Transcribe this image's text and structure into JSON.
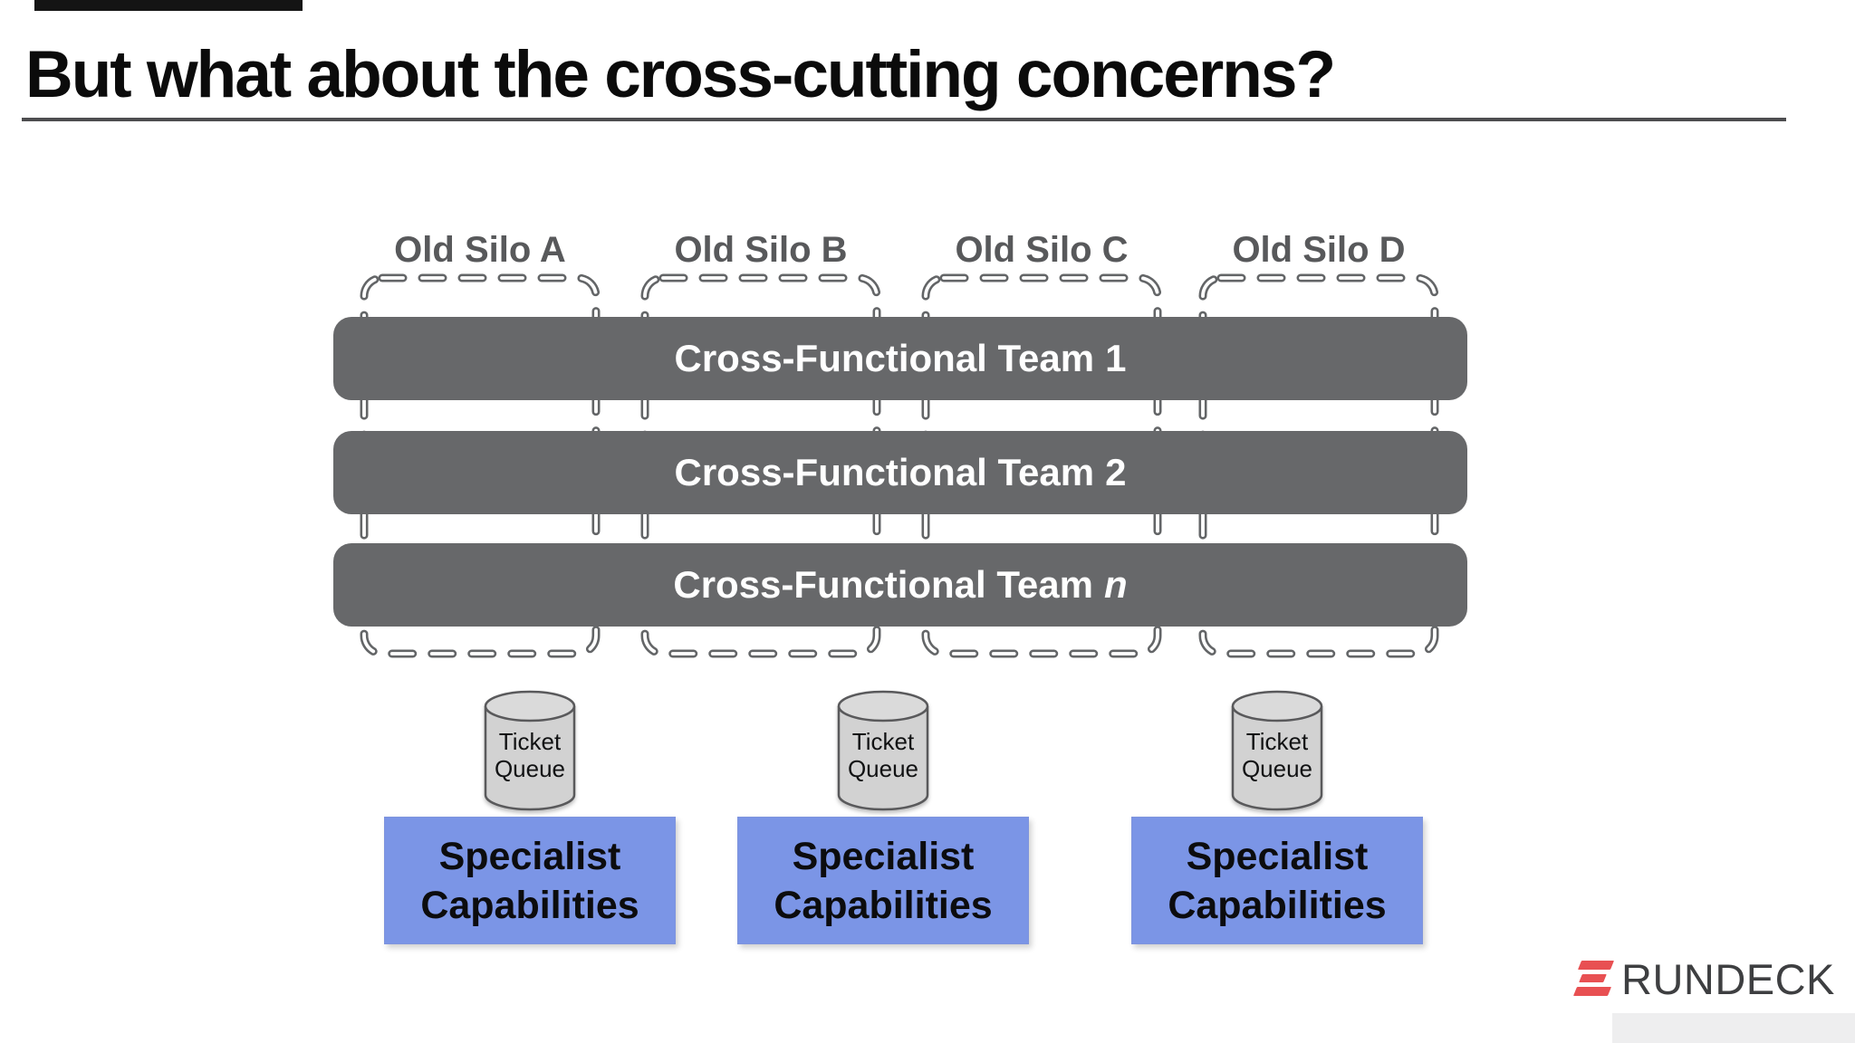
{
  "slide": {
    "title": "But what about the cross-cutting concerns?",
    "colors": {
      "title_black": "#0b0b0b",
      "underline_gray": "#4d4d4f",
      "team_bar_gray": "#67686a",
      "dashed_silo_gray": "#636567",
      "silo_label_gray": "#58595b",
      "capability_blue": "#7b95e6",
      "cylinder_gray": "#d2d2d2",
      "logo_red": "#e85052",
      "logo_text_gray": "#3e3f41"
    }
  },
  "diagram": {
    "silos": [
      {
        "label": "Old Silo A"
      },
      {
        "label": "Old Silo B"
      },
      {
        "label": "Old Silo C"
      },
      {
        "label": "Old Silo D"
      }
    ],
    "teams": [
      {
        "label": "Cross-Functional Team",
        "suffix": "1"
      },
      {
        "label": "Cross-Functional Team",
        "suffix": "2"
      },
      {
        "label": "Cross-Functional Team",
        "suffix": "n"
      }
    ],
    "queues": [
      {
        "line1": "Ticket",
        "line2": "Queue"
      },
      {
        "line1": "Ticket",
        "line2": "Queue"
      },
      {
        "line1": "Ticket",
        "line2": "Queue"
      }
    ],
    "capabilities": [
      {
        "line1": "Specialist",
        "line2": "Capabilities"
      },
      {
        "line1": "Specialist",
        "line2": "Capabilities"
      },
      {
        "line1": "Specialist",
        "line2": "Capabilities"
      }
    ]
  },
  "footer": {
    "logo_text": "RUNDECK"
  }
}
